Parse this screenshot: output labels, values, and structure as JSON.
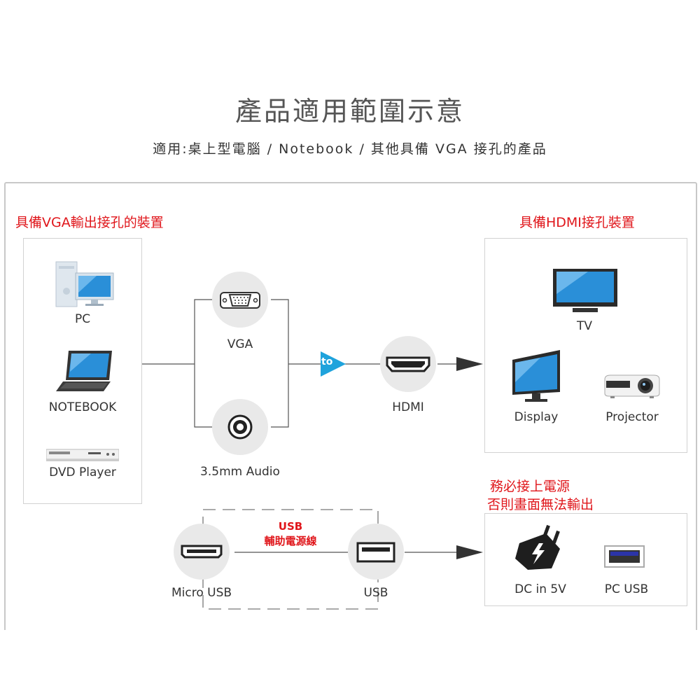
{
  "header": {
    "title": "產品適用範圍示意",
    "subtitle": "適用:桌上型電腦 / Notebook / 其他具備 VGA 接孔的產品"
  },
  "source_section": {
    "title": "具備VGA輸出接孔的裝置",
    "devices": [
      "PC",
      "NOTEBOOK",
      "DVD Player"
    ]
  },
  "ports": {
    "vga": "VGA",
    "audio": "3.5mm Audio",
    "to_badge": "to",
    "hdmi": "HDMI"
  },
  "target_section": {
    "title": "具備HDMI接孔裝置",
    "devices": [
      "TV",
      "Display",
      "Projector"
    ]
  },
  "power_section": {
    "note_line1": "務必接上電源",
    "note_line2": "否則畫面無法輸出",
    "cable_line1": "USB",
    "cable_line2": "輔助電源線",
    "micro_usb": "Micro USB",
    "usb": "USB",
    "dc_in": "DC in 5V",
    "pc_usb": "PC USB"
  },
  "colors": {
    "accent_red": "#e0161b",
    "badge_blue": "#1fa3dc"
  }
}
